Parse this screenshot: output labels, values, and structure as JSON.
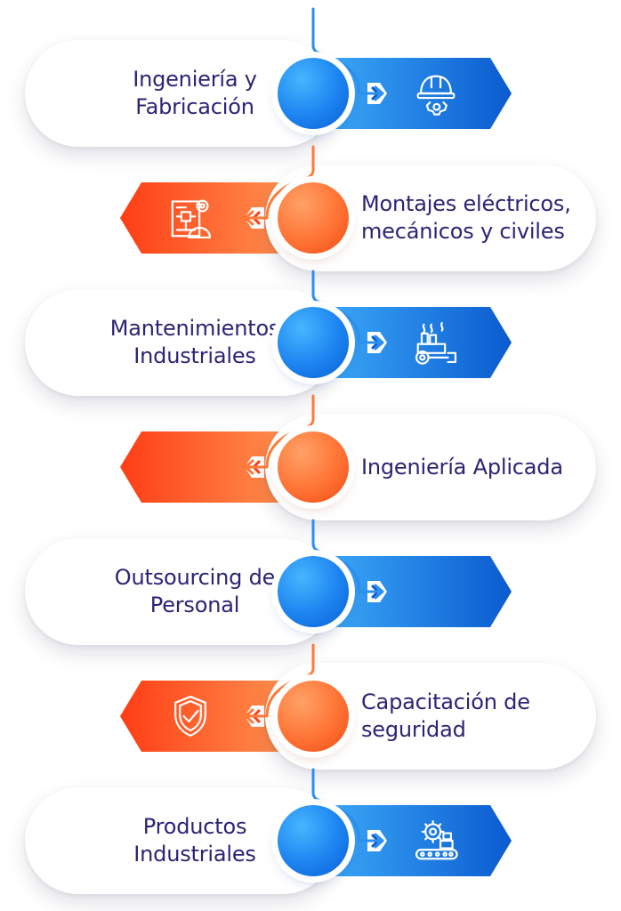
{
  "colors": {
    "blue_light": "#3fb0fb",
    "blue_dark": "#0b5bd0",
    "orange_light": "#ffa25a",
    "orange_dark": "#ff3d14",
    "text": "#2a2575",
    "connector_blue": "#2a8ff0",
    "connector_orange": "#ff7a38"
  },
  "items": [
    {
      "side": "left",
      "color": "blue",
      "lines": [
        "Ingeniería y",
        "Fabricación"
      ],
      "icon": "engineer-helmet-gear-icon"
    },
    {
      "side": "right",
      "color": "orange",
      "lines": [
        "Montajes eléctricos,",
        "mecánicos y civiles"
      ],
      "icon": "blueprint-plan-icon"
    },
    {
      "side": "left",
      "color": "blue",
      "lines": [
        "Mantenimientos",
        "Industriales"
      ],
      "icon": "factory-wrench-icon"
    },
    {
      "side": "right",
      "color": "orange",
      "lines": [
        "Ingeniería Aplicada"
      ],
      "icon": ""
    },
    {
      "side": "left",
      "color": "blue",
      "lines": [
        "Outsourcing de",
        "Personal"
      ],
      "icon": ""
    },
    {
      "side": "right",
      "color": "orange",
      "lines": [
        "Capacitación de",
        "seguridad"
      ],
      "icon": "shield-check-icon"
    },
    {
      "side": "left",
      "color": "blue",
      "lines": [
        "Productos",
        "Industriales"
      ],
      "icon": "conveyor-gear-icon"
    }
  ]
}
